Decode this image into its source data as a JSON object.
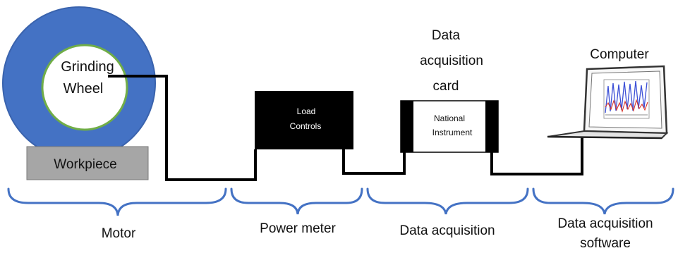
{
  "wheel": {
    "label_line1": "Grinding",
    "label_line2": "Wheel",
    "color": "#4472C4"
  },
  "workpiece": {
    "label": "Workpiece",
    "fill": "#A6A6A6"
  },
  "power_meter_box": {
    "line1": "Load",
    "line2": "Controls"
  },
  "daq_card": {
    "title_line1": "Data",
    "title_line2": "acquisition",
    "title_line3": "card",
    "line1": "National",
    "line2": "Instrument"
  },
  "computer": {
    "label": "Computer"
  },
  "sections": {
    "motor": "Motor",
    "power_meter": "Power meter",
    "data_acquisition": "Data acquisition",
    "software_line1": "Data acquisition",
    "software_line2": "software"
  },
  "colors": {
    "brace": "#4472C4",
    "wire": "#000000"
  }
}
